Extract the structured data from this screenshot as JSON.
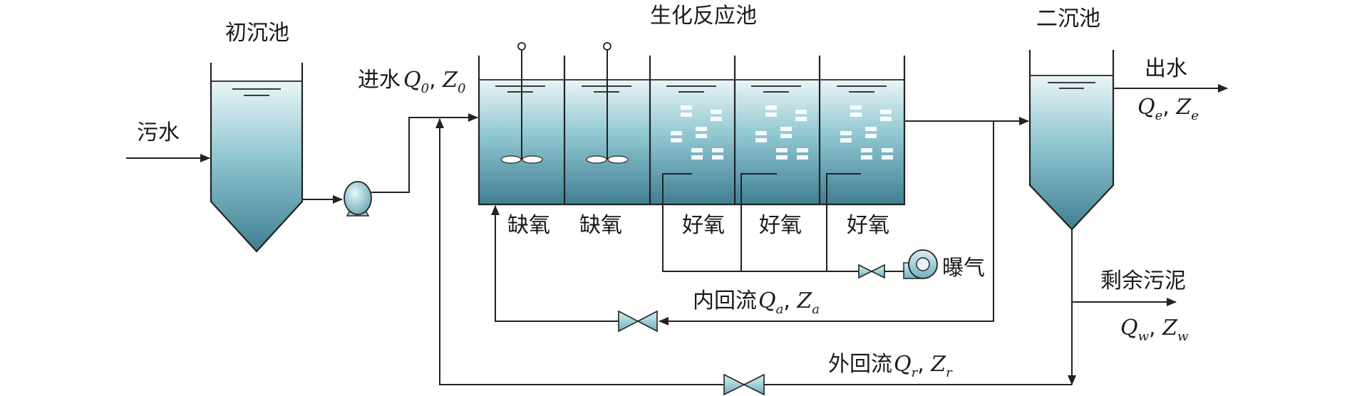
{
  "labels": {
    "primary_clarifier": "初沉池",
    "sewage": "污水",
    "bioreactor": "生化反应池",
    "secondary_clarifier": "二沉池",
    "inflow": "进水",
    "outflow": "出水",
    "excess_sludge": "剩余污泥",
    "aeration": "曝气",
    "internal_reflux": "内回流",
    "external_reflux": "外回流",
    "separator": ", "
  },
  "zones": [
    "缺氧",
    "缺氧",
    "好氧",
    "好氧",
    "好氧"
  ],
  "symbols": {
    "inflow": {
      "Q": "Q",
      "Q_sub": "0",
      "Z": "Z",
      "Z_sub": "0"
    },
    "outflow": {
      "Q": "Q",
      "Q_sub": "e",
      "Z": "Z",
      "Z_sub": "e"
    },
    "internal": {
      "Q": "Q",
      "Q_sub": "a",
      "Z": "Z",
      "Z_sub": "a"
    },
    "external": {
      "Q": "Q",
      "Q_sub": "r",
      "Z": "Z",
      "Z_sub": "r"
    },
    "waste": {
      "Q": "Q",
      "Q_sub": "w",
      "Z": "Z",
      "Z_sub": "w"
    }
  },
  "colors": {
    "water_top": "#eaf5f7",
    "water_mid": "#8fc6d0",
    "water_bottom": "#3f7f93",
    "line": "#222222",
    "valve_fill": "#9fd0da"
  }
}
